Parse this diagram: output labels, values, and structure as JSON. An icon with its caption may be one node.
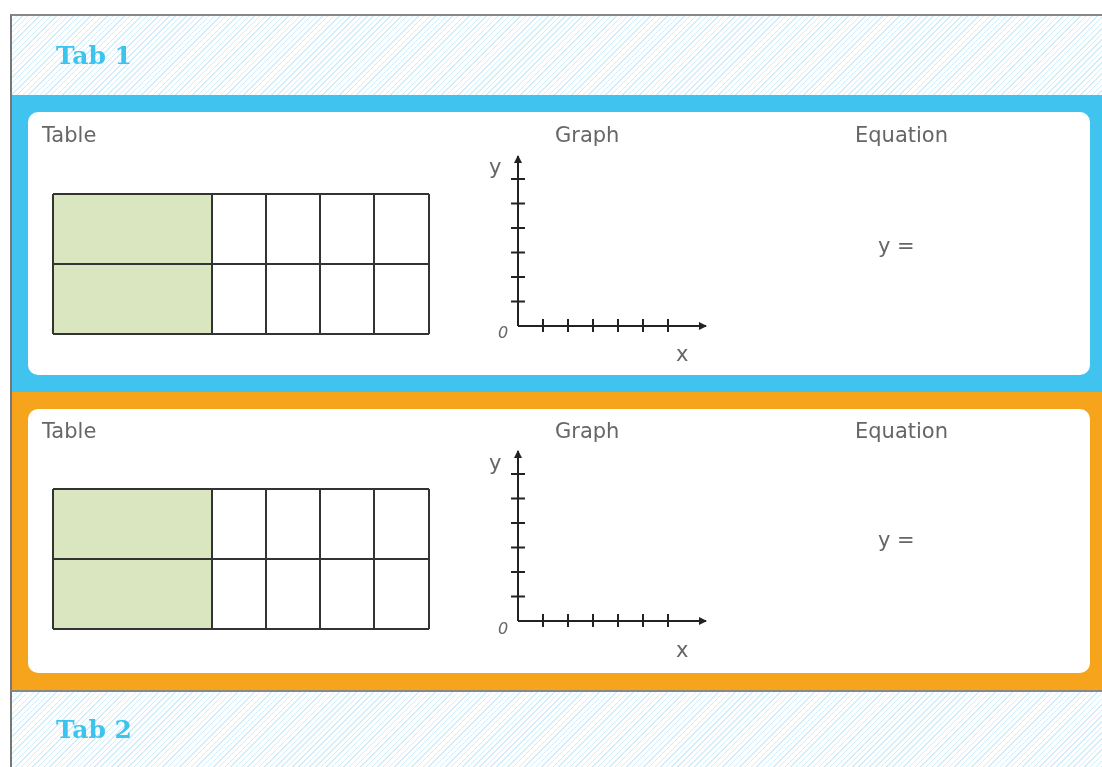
{
  "diagram": {
    "nodes": [
      {
        "text": [
          "Tab 1"
        ]
      },
      {
        "text": [],
        "shape": "box"
      },
      {
        "text": [],
        "shape": "box"
      },
      {
        "text": [
          "Tab 2"
        ]
      }
    ],
    "labels": [
      "Table",
      "Graph",
      "Equation",
      "y",
      "y =",
      "0",
      "x",
      "Table",
      "Graph",
      "Equation",
      "y",
      "y =",
      "0",
      "x"
    ]
  }
}
